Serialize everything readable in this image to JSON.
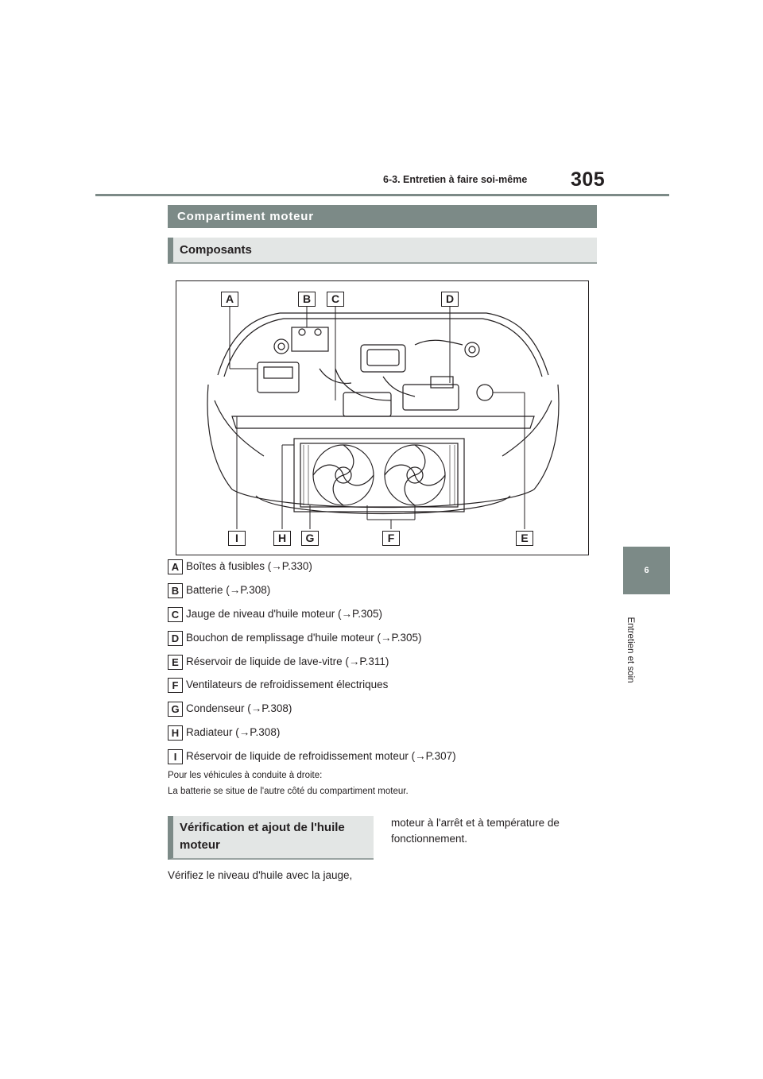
{
  "header": {
    "section_ref": "6-3. Entretien à faire soi-même",
    "page_number": "305"
  },
  "side_tab": {
    "number": "6",
    "label": "Entretien et soin"
  },
  "headings": {
    "main": "Compartiment moteur",
    "sub": "Composants"
  },
  "figure": {
    "callouts_top": [
      "A",
      "B",
      "C",
      "D"
    ],
    "callouts_bottom": [
      "I",
      "H",
      "G",
      "F",
      "E"
    ]
  },
  "legend": [
    {
      "letter": "A",
      "text": "Boîtes à fusibles (→P.330)"
    },
    {
      "letter": "B",
      "text": "Batterie (→P.308)"
    },
    {
      "letter": "C",
      "text": "Jauge de niveau d'huile moteur (→P.305)"
    },
    {
      "letter": "D",
      "text": "Bouchon de remplissage d'huile moteur (→P.305)"
    },
    {
      "letter": "E",
      "text": "Réservoir de liquide de lave-vitre (→P.311)"
    },
    {
      "letter": "F",
      "text": "Ventilateurs de refroidissement électriques"
    },
    {
      "letter": "G",
      "text": "Condenseur (→P.308)"
    },
    {
      "letter": "H",
      "text": "Radiateur (→P.308)"
    },
    {
      "letter": "I",
      "text": "Réservoir de liquide de refroidissement moteur (→P.307)"
    }
  ],
  "notes": {
    "line1": "Pour les véhicules à conduite à droite:",
    "line2": "La batterie se situe de l'autre côté du compartiment moteur."
  },
  "section2": {
    "heading_line1": "Vérification et ajout de l'huile",
    "heading_line2": "moteur",
    "left_text": "Vérifiez le niveau d'huile avec la jauge,",
    "right_line1": "moteur à l'arrêt et à température de",
    "right_line2": "fonctionnement."
  }
}
